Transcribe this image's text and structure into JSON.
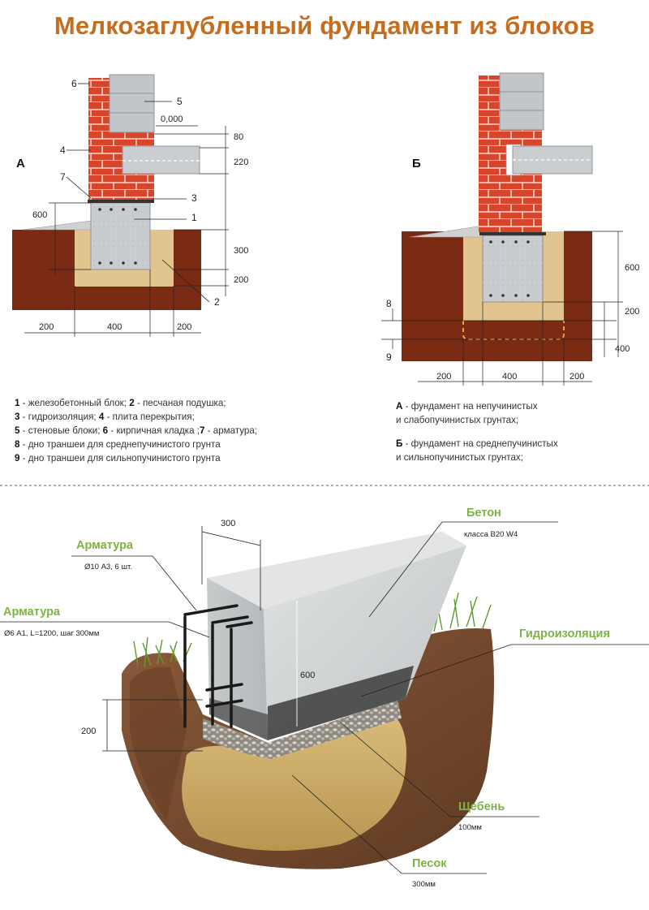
{
  "title": "Мелкозаглубленный фундамент из блоков",
  "diagram_a": {
    "letter": "А",
    "callouts": [
      "6",
      "5",
      "4",
      "7",
      "3",
      "1",
      "2"
    ],
    "level": "0,000",
    "dims_right": [
      "80",
      "220",
      "300",
      "200"
    ],
    "dim_left": "600",
    "dims_bottom": [
      "200",
      "400",
      "200"
    ]
  },
  "diagram_b": {
    "letter": "Б",
    "callouts": [
      "8",
      "9"
    ],
    "dims_right": [
      "600",
      "200",
      "400"
    ],
    "dims_bottom": [
      "200",
      "400",
      "200"
    ]
  },
  "legend_left": [
    {
      "n1": "1",
      "t1": "железобетонный блок;",
      "n2": "2",
      "t2": "песчаная подушка;"
    },
    {
      "n1": "3",
      "t1": "гидроизоляция;",
      "n2": "4",
      "t2": "плита перекрытия;"
    },
    {
      "n1": "5",
      "t1": "стеновые блоки;",
      "n2": "6",
      "t2": "кирпичная кладка ;",
      "n3": "7",
      "t3": "арматура;"
    },
    {
      "n1": "8",
      "t1": "дно траншеи для среднепучинистого грунта"
    },
    {
      "n1": "9",
      "t1": "дно траншеи для сильнопучинистого грунта"
    }
  ],
  "legend_right": [
    {
      "letter": "А",
      "line1": "фундамент на непучинистых",
      "line2": "и слабопучинистых грунтах;"
    },
    {
      "letter": "Б",
      "line1": "фундамент на среднепучинистых",
      "line2": "и сильнопучинистых грунтах;"
    }
  ],
  "model": {
    "rebar_top": {
      "label": "Арматура",
      "sub": "Ø10 А3, 6 шт."
    },
    "rebar_mid": {
      "label": "Арматура",
      "sub": "Ø6 А1, L=1200, шаг 300мм"
    },
    "concrete": {
      "label": "Бетон",
      "sub": "класса В20 W4"
    },
    "waterproof": {
      "label": "Гидроизоляция"
    },
    "gravel": {
      "label": "Щебень",
      "sub": "100мм"
    },
    "sand": {
      "label": "Песок",
      "sub": "300мм"
    },
    "dim_width": "300",
    "dim_height": "600",
    "dim_depth": "200"
  },
  "colors": {
    "brick": "#d9452b",
    "soil": "#7b2a14",
    "sand": "#e2c58e",
    "concrete": "#c9cdcf",
    "title": "#c56d1e",
    "green_label": "#7cb342"
  }
}
